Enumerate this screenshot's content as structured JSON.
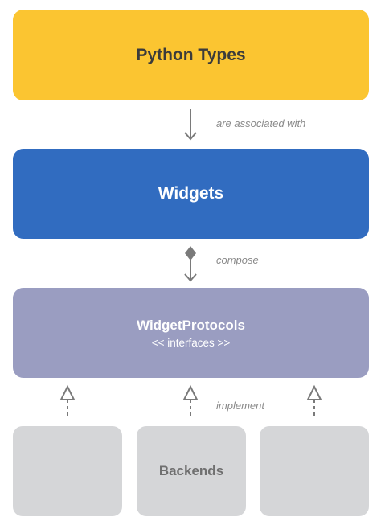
{
  "diagram": {
    "python_types": {
      "label": "Python Types"
    },
    "widgets": {
      "label": "Widgets"
    },
    "protocols": {
      "label": "WidgetProtocols",
      "sublabel": "<< interfaces >>"
    },
    "backends": [
      {
        "label": ""
      },
      {
        "label": "Backends"
      },
      {
        "label": ""
      }
    ],
    "relations": {
      "associated": "are associated with",
      "compose": "compose",
      "implement": "implement"
    },
    "colors": {
      "python_types": "#FBC531",
      "widgets": "#316CC0",
      "protocols": "#9A9DC1",
      "backends": "#D5D6D8",
      "connector": "#7a7a7a"
    }
  }
}
